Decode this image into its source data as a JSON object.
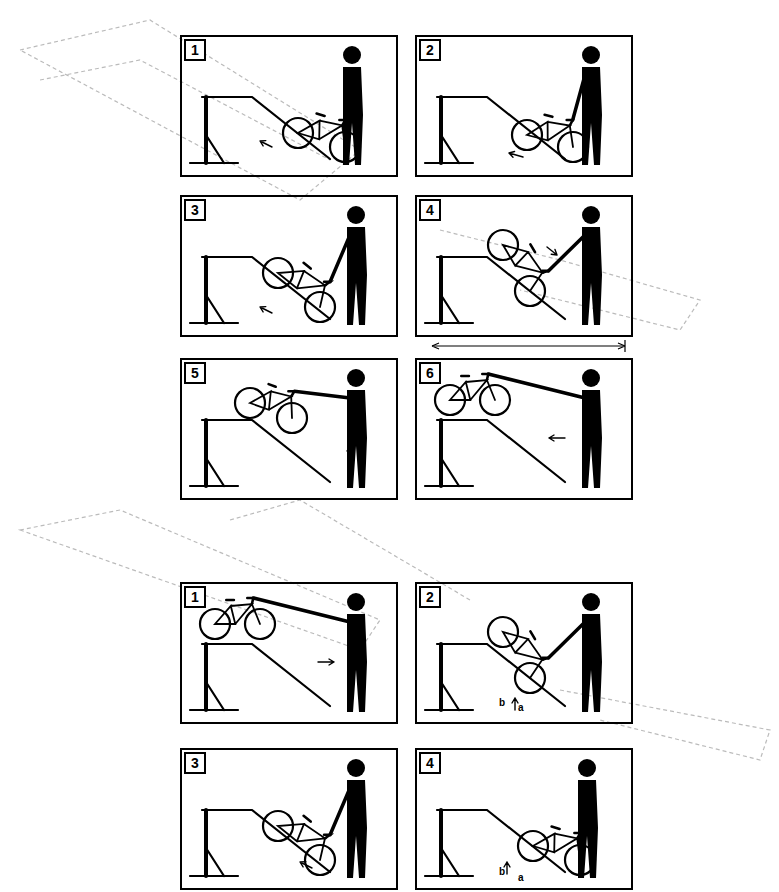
{
  "diagram": {
    "nodes": [
      {
        "text": [
          "1"
        ]
      },
      {
        "text": [
          "2"
        ]
      },
      {
        "text": [
          "3"
        ]
      },
      {
        "text": [
          "4"
        ]
      },
      {
        "text": [
          "5"
        ]
      },
      {
        "text": [
          "6"
        ]
      },
      {
        "text": [
          "1"
        ]
      },
      {
        "text": [
          "2"
        ]
      },
      {
        "text": [
          "3"
        ]
      },
      {
        "text": [
          "4"
        ]
      }
    ],
    "labels": [
      "b",
      "a",
      "b",
      "a"
    ]
  }
}
